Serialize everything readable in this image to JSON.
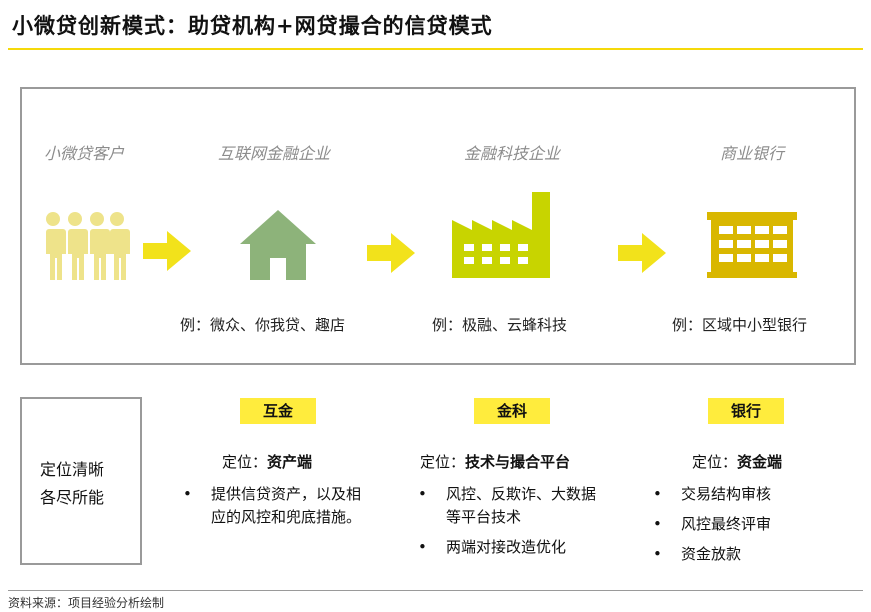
{
  "title": "小微贷创新模式：助贷机构+网贷撮合的信贷模式",
  "stages": [
    {
      "label": "小微贷客户",
      "icon": "people-group-icon",
      "color": "#eee38a",
      "example": ""
    },
    {
      "label": "互联网金融企业",
      "icon": "house-icon",
      "color": "#8db37a",
      "example": "例：微众、你我贷、趣店"
    },
    {
      "label": "金融科技企业",
      "icon": "factory-icon",
      "color": "#c8d400",
      "example": "例：极融、云蜂科技"
    },
    {
      "label": "商业银行",
      "icon": "bank-building-icon",
      "color": "#d9b700",
      "example": "例：区域中小型银行"
    }
  ],
  "arrow_color": "#f2e21b",
  "positioning": {
    "line1": "定位清晰",
    "line2": "各尽所能"
  },
  "columns": [
    {
      "tag": "互金",
      "role_prefix": "定位：",
      "role": "资产端",
      "bullets": [
        "提供信贷资产，以及相应的风控和兜底措施。"
      ]
    },
    {
      "tag": "金科",
      "role_prefix": "定位：",
      "role": "技术与撮合平台",
      "bullets": [
        "风控、反欺诈、大数据等平台技术",
        "两端对接改造优化"
      ]
    },
    {
      "tag": "银行",
      "role_prefix": "定位：",
      "role": "资金端",
      "bullets": [
        "交易结构审核",
        "风控最终评审",
        "资金放款"
      ]
    }
  ],
  "source": "资料来源：项目经验分析绘制",
  "accent": "#f5d90a"
}
